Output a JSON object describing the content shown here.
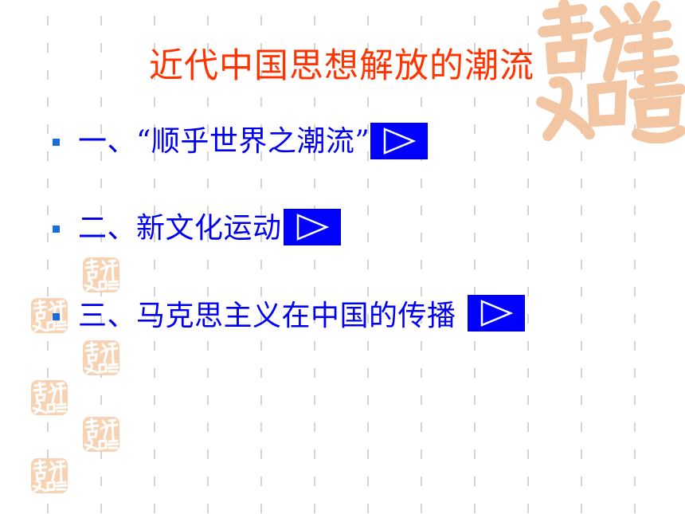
{
  "slide": {
    "title": "近代中国思想解放的潮流",
    "items": [
      {
        "label": "一、“顺乎世界之潮流”"
      },
      {
        "label": "二、新文化运动"
      },
      {
        "label": "三、马克思主义在中国的传播"
      }
    ],
    "seal_text": "吉祥如意"
  },
  "colors": {
    "title": "#ff3300",
    "item_text": "#0000ee",
    "bullet": "#1a6fd6",
    "button_bg": "#0000ff",
    "button_icon": "#ffffff",
    "seal": "#f2c09a",
    "guide_lines": "#d4d4d4"
  },
  "icons": {
    "nav_button": "play-triangle-icon",
    "decoration": "auspicious-seal-icon"
  }
}
